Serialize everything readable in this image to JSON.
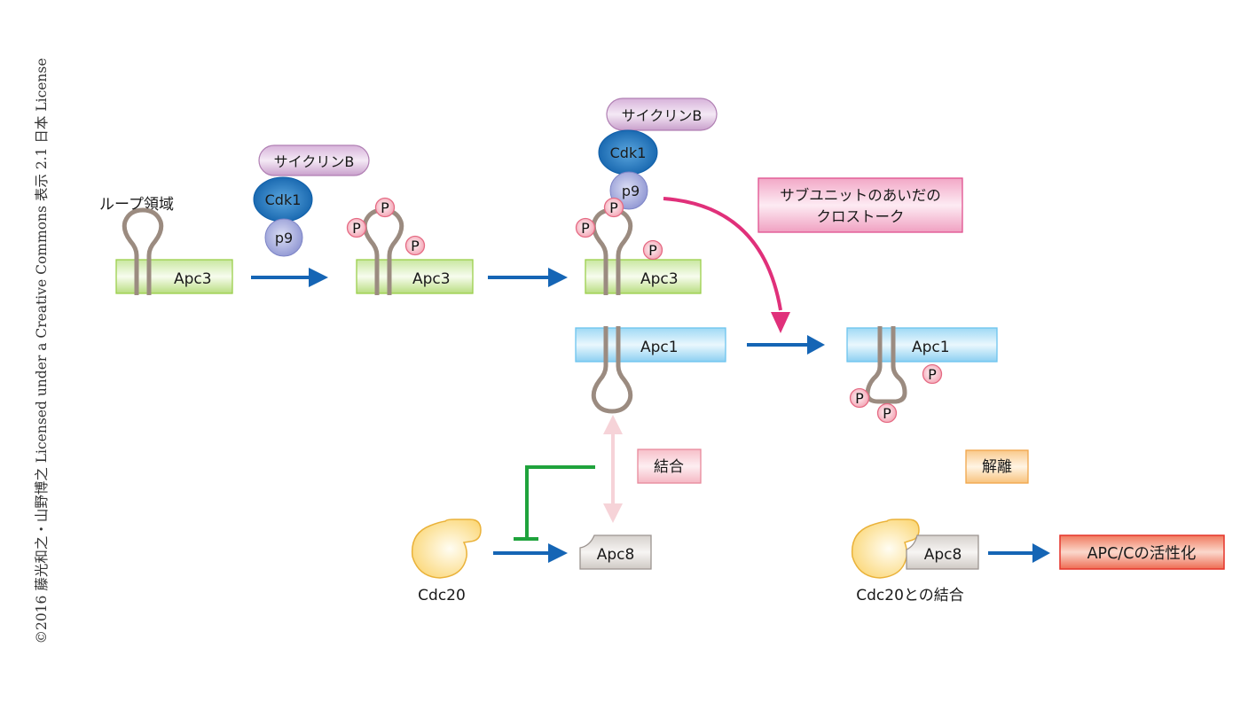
{
  "credit": "©2016 藤光和之・山野博之 Licensed under a Creative Commons 表示 2.1 日本 License",
  "colors": {
    "arrow_blue": "#1565b5",
    "crosstalk_magenta": "#e0307a",
    "inhibit_green": "#1fa33c",
    "binding_pink": "#f6d3d8",
    "loop_gray": "#9b8b80",
    "apc3_green": "#9bcf4c",
    "apc1_blue": "#6cc4ee",
    "cyclin_purple": "#c592c5",
    "cdk1_blue": "#1b6fb8",
    "p9_lavender": "#8f95d4",
    "phospho_pink": "#e56a83",
    "cdc20_yellow": "#f5c24e",
    "apc8_gray": "#9c9490",
    "activation_red": "#e5332a"
  },
  "labels": {
    "loop_region": "ループ領域",
    "apc3": "Apc3",
    "apc1": "Apc1",
    "apc8": "Apc8",
    "cyclin_b": "サイクリンB",
    "cdk1": "Cdk1",
    "p9": "p9",
    "phospho": "P",
    "cdc20": "Cdc20",
    "crosstalk_line1": "サブユニットのあいだの",
    "crosstalk_line2": "クロストーク",
    "binding": "結合",
    "dissociation": "解離",
    "cdc20_binding": "Cdc20との結合",
    "apc_activation": "APC/Cの活性化"
  }
}
